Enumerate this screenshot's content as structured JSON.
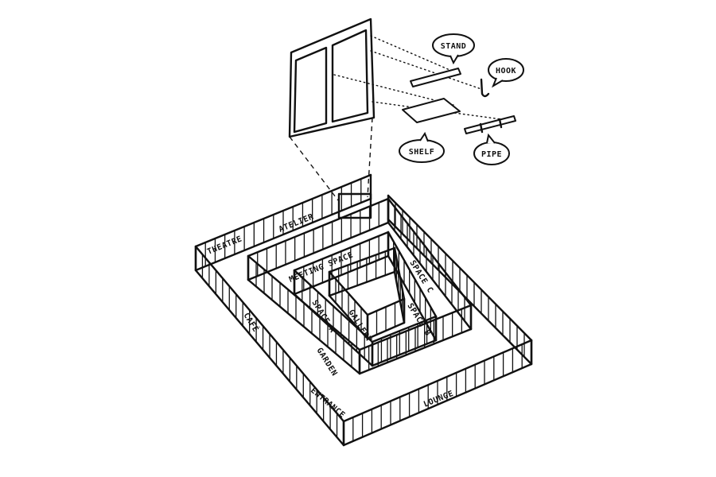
{
  "components": {
    "stand": "STAND",
    "hook": "HOOK",
    "shelf": "SHELF",
    "pipe": "PIPE"
  },
  "rooms": {
    "theatre": "THEATRE",
    "atelier": "ATELIER",
    "meeting_space": "MEETING SPACE",
    "space_c": "SPACE C",
    "space_a": "SPACE A",
    "gallery": "GALLERY",
    "space_b": "SPACE B",
    "cafe": "CAFÉ",
    "garden": "GARDEN",
    "entrance": "ENTRANCE",
    "lounge": "LOUNGE"
  },
  "colors": {
    "ink": "#111111",
    "paper": "#ffffff"
  }
}
